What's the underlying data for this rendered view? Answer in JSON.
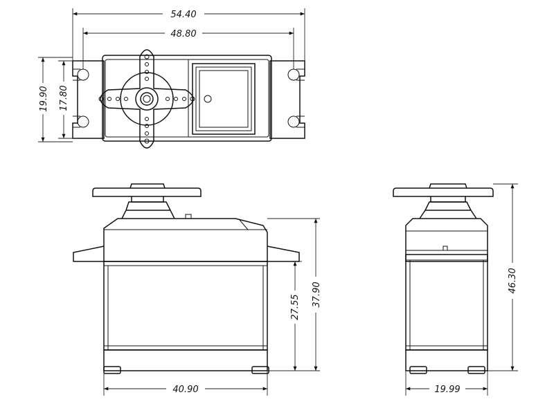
{
  "dimensions": {
    "top_width_overall": "54.40",
    "top_width_holes": "48.80",
    "top_height_overall": "19.90",
    "top_height_holes": "17.80",
    "front_body_height": "27.55",
    "front_total_height": "37.90",
    "front_body_width": "40.90",
    "side_total_height": "46.30",
    "side_body_width": "19.99"
  }
}
